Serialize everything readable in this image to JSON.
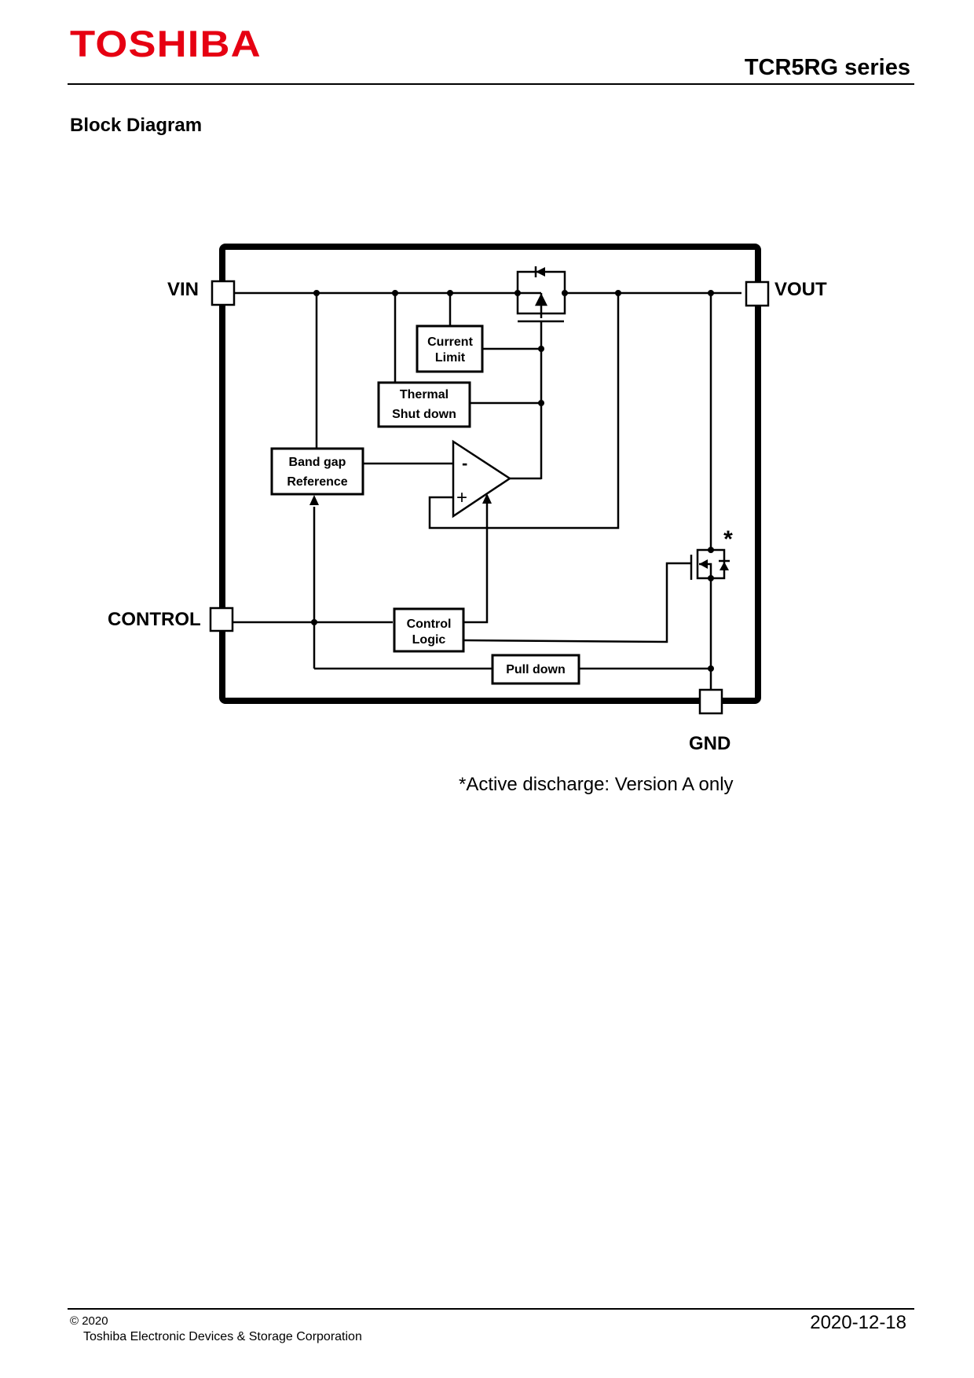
{
  "header": {
    "brand": "TOSHIBA",
    "brand_color": "#e60012",
    "series": "TCR5RG series"
  },
  "section": {
    "title": "Block Diagram"
  },
  "diagram": {
    "pins": {
      "vin": "VIN",
      "vout": "VOUT",
      "control": "CONTROL",
      "gnd": "GND"
    },
    "blocks": {
      "current_limit": [
        "Current",
        "Limit"
      ],
      "thermal_shutdown": [
        "Thermal",
        "Shut down"
      ],
      "bandgap_reference": [
        "Band gap",
        "Reference"
      ],
      "control_logic": [
        "Control",
        "Logic"
      ],
      "pull_down": "Pull down"
    },
    "opamp": {
      "minus": "-",
      "plus": "+"
    },
    "discharge_marker": "*"
  },
  "note": "*Active discharge: Version A only",
  "footer": {
    "copyright": "© 2020",
    "company": "Toshiba Electronic Devices & Storage Corporation",
    "date": "2020-12-18"
  }
}
